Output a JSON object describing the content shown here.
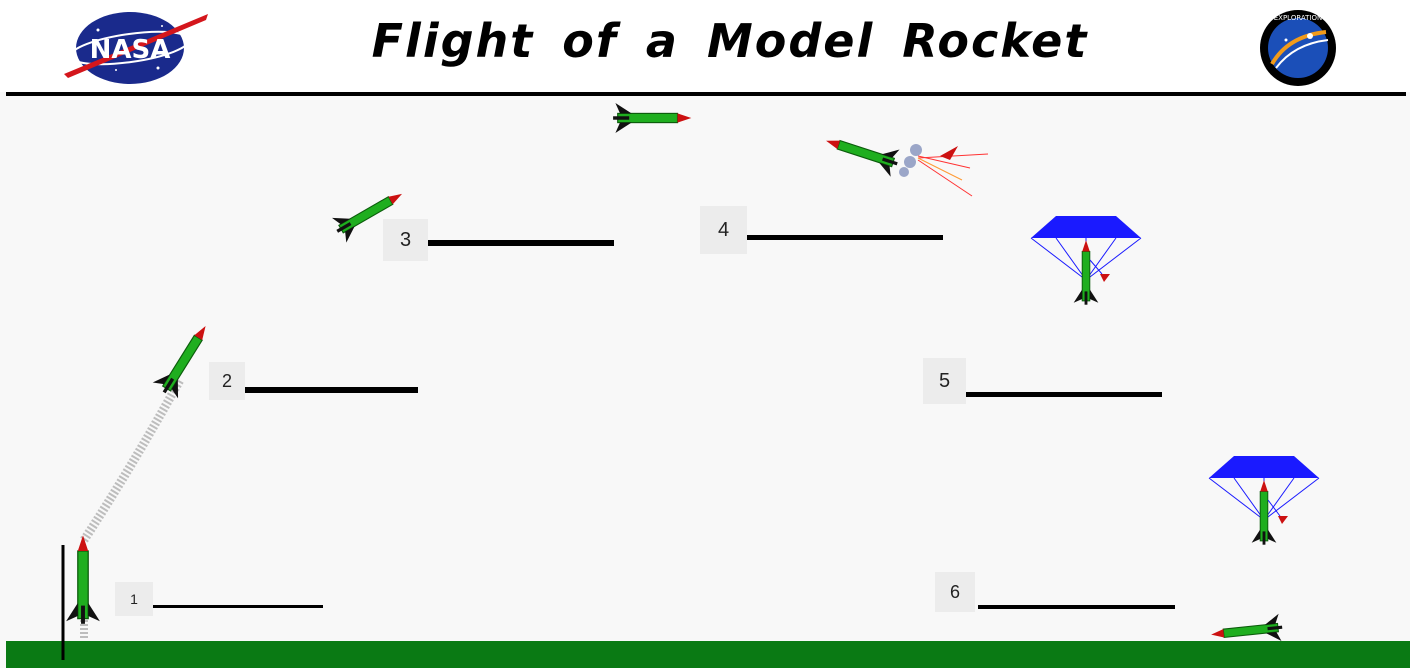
{
  "header": {
    "title": "Flight of a Model Rocket",
    "left_logo": "NASA",
    "right_logo": "EXPLORATION"
  },
  "stages": [
    {
      "number": "1"
    },
    {
      "number": "2"
    },
    {
      "number": "3"
    },
    {
      "number": "4"
    },
    {
      "number": "5"
    },
    {
      "number": "6"
    }
  ],
  "colors": {
    "rocket_body": "#1fae1f",
    "nose_cone": "#cc1111",
    "fins": "#111111",
    "parachute": "#1a1aff",
    "ground": "#0a7a14",
    "exhaust": "#bdbdbd"
  }
}
